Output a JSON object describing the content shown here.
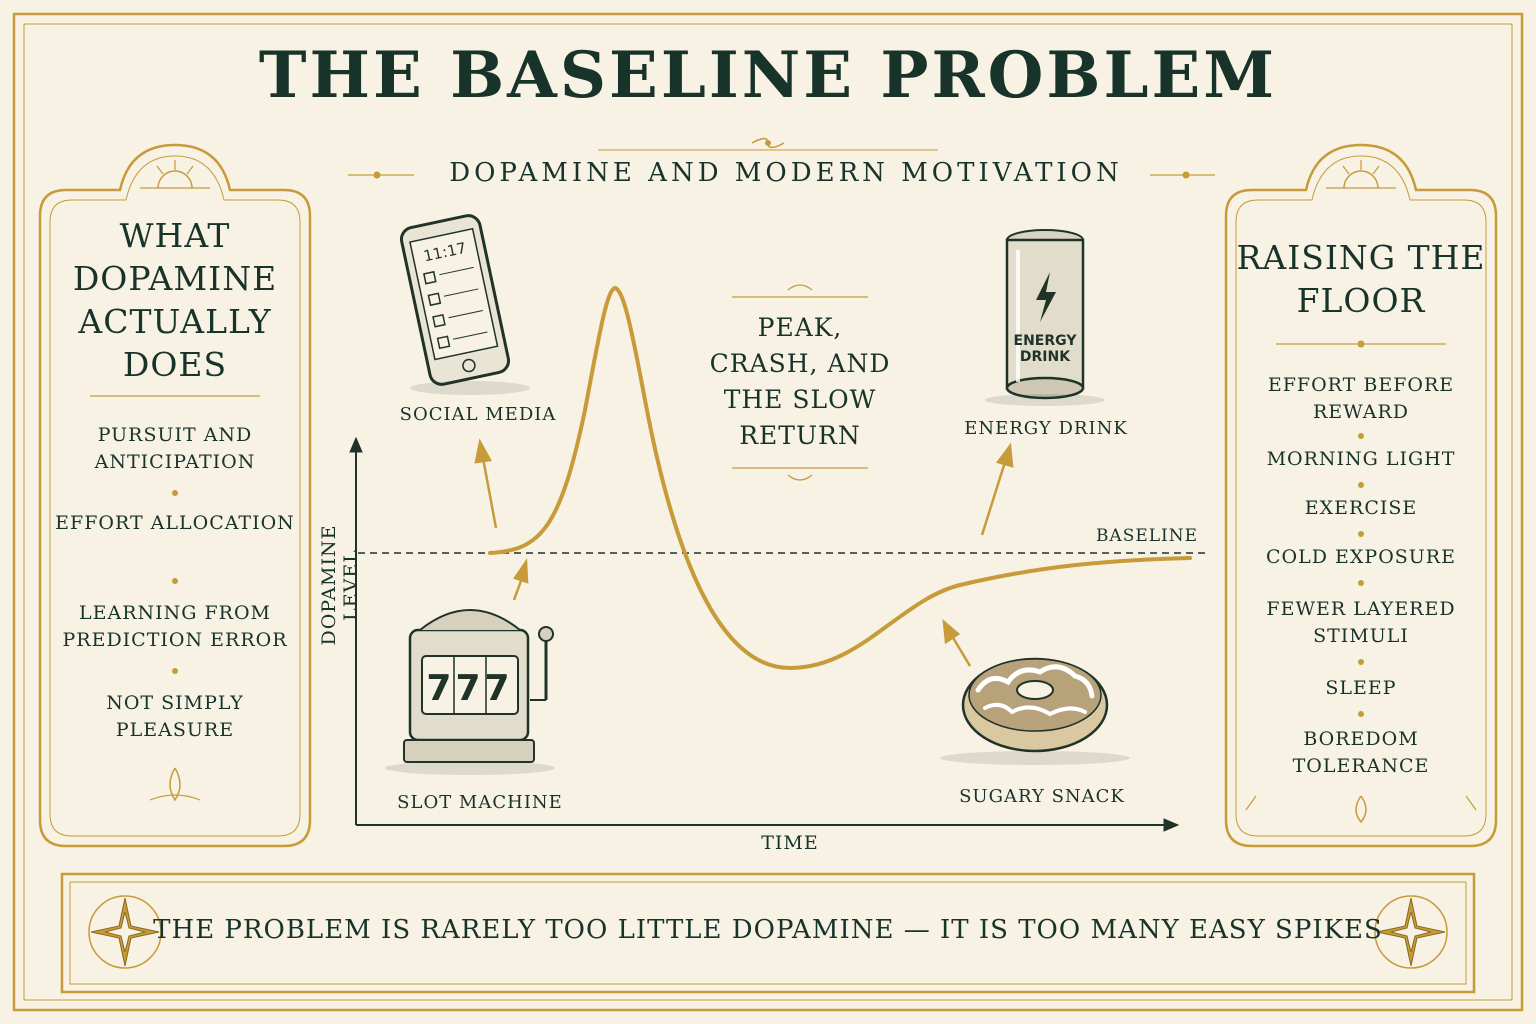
{
  "title": "THE BASELINE PROBLEM",
  "subtitle": "DOPAMINE AND MODERN MOTIVATION",
  "left_panel": {
    "title": "WHAT DOPAMINE ACTUALLY DOES",
    "items": [
      "PURSUIT AND ANTICIPATION",
      "EFFORT ALLOCATION",
      "LEARNING FROM PREDICTION ERROR",
      "NOT SIMPLY PLEASURE"
    ]
  },
  "right_panel": {
    "title": "RAISING THE FLOOR",
    "items": [
      "EFFORT BEFORE REWARD",
      "MORNING LIGHT",
      "EXERCISE",
      "COLD EXPOSURE",
      "FEWER LAYERED STIMULI",
      "SLEEP",
      "BOREDOM TOLERANCE"
    ]
  },
  "center_title": "PEAK, CRASH, AND THE SLOW RETURN",
  "icons": {
    "social_media": {
      "label": "SOCIAL MEDIA",
      "phone_time": "11:17"
    },
    "energy_drink": {
      "label": "ENERGY DRINK",
      "can_text": "ENERGY DRINK"
    },
    "slot_machine": {
      "label": "SLOT MACHINE",
      "reels": "777"
    },
    "sugary_snack": {
      "label": "SUGARY SNACK"
    }
  },
  "chart": {
    "y_label": "DOPAMINE LEVEL",
    "x_label": "TIME",
    "baseline_label": "BASELINE"
  },
  "footer": "THE PROBLEM IS RARELY TOO LITTLE DOPAMINE — IT IS TOO MANY EASY SPIKES",
  "colors": {
    "gold": "#c79a3a",
    "ink": "#17332a",
    "paper": "#f7f2e4"
  }
}
